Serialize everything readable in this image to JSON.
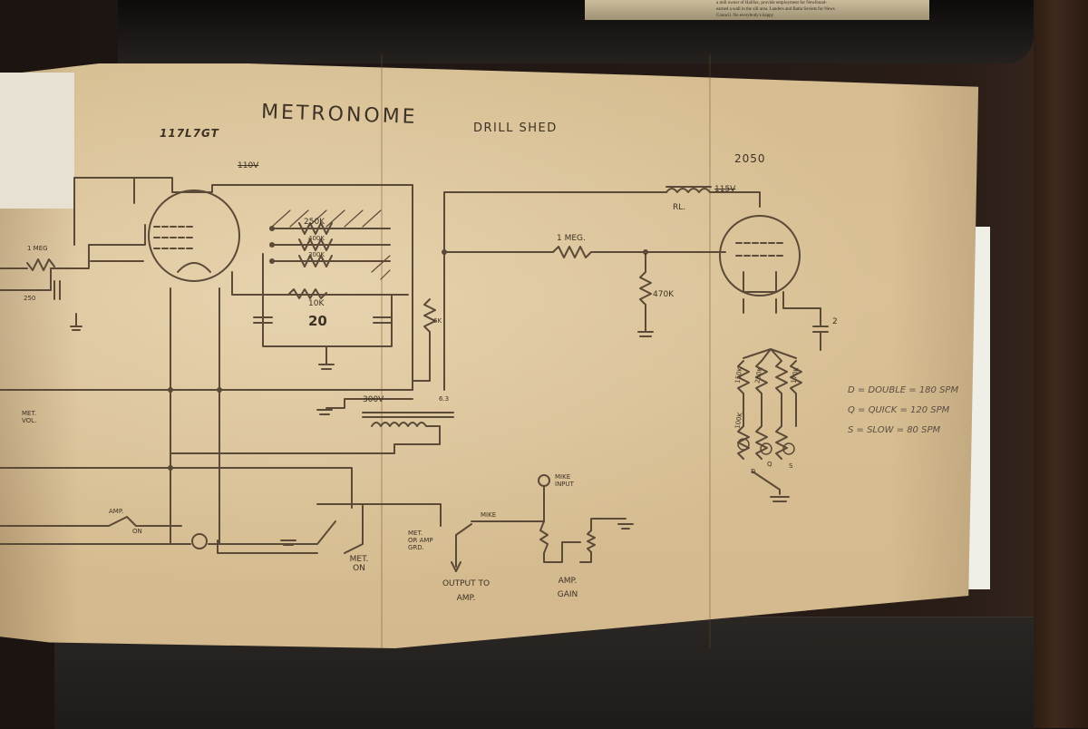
{
  "diagram": {
    "title": "METRONOME",
    "subtitle": "DRILL SHED",
    "tube_left": "117L7GT",
    "tube_right": "2050",
    "labels": {
      "v110": "110V",
      "v115": "115V",
      "r250k": "250K",
      "r400k": "400K",
      "r300k": "300K",
      "r10k": "10K",
      "c20": "20",
      "r1meg_left": "1 MEG",
      "c250": "250",
      "r6k": "6K",
      "v300": "300V",
      "v63": "6.3",
      "r1meg_right": "1 MEG.",
      "r470k": "470K",
      "relay": "RL.",
      "c2": "2",
      "r150k": "150K",
      "r250k2": "250K",
      "r170k": "170K",
      "r100k": "100K",
      "met_vol": "MET. VOL.",
      "amp": "AMP.",
      "on": "ON",
      "met_on": "MET. ON",
      "met_amp_grd": "MET. OR AMP GRD.",
      "mike": "MIKE",
      "mike_input": "MIKE INPUT",
      "output": "OUTPUT TO AMP.",
      "amp_gain": "AMP. GAIN",
      "pin_d": "D",
      "pin_q": "Q",
      "pin_s": "S"
    },
    "legend": [
      {
        "text": "D = DOUBLE = 180 SPM"
      },
      {
        "text": "Q = QUICK = 120 SPM"
      },
      {
        "text": "S = SLOW = 80 SPM"
      }
    ]
  },
  "clipping_lines": [
    "a mill owner of Halifax, provide employment for Newfound-",
    "earned a wall in the sill area. Landers and Batia Soviets for News",
    "Council. No everybody's happy"
  ]
}
